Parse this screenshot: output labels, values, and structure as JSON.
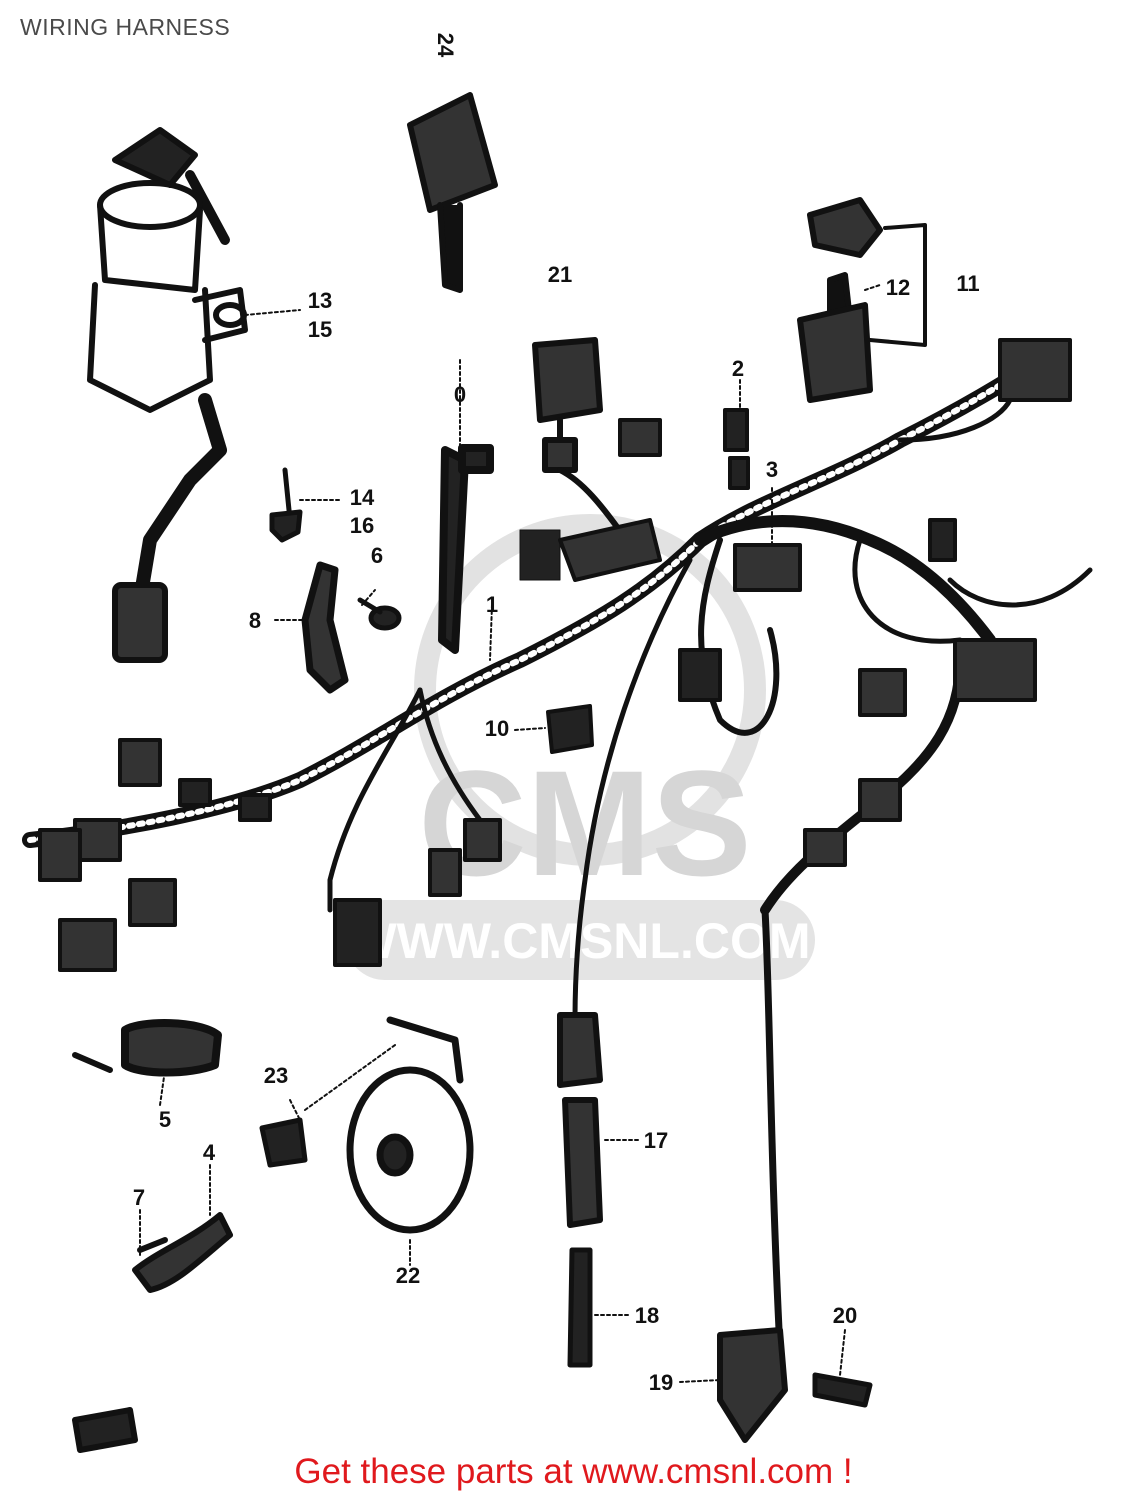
{
  "title": "WIRING HARNESS",
  "watermark": {
    "logo_text": "CMS",
    "url_text": "WWW.CMSNL.COM"
  },
  "callouts": [
    "24",
    "13",
    "15",
    "14",
    "16",
    "6",
    "8",
    "21",
    "0",
    "1",
    "2",
    "3",
    "12",
    "11",
    "10",
    "23",
    "5",
    "4",
    "7",
    "22",
    "17",
    "18",
    "19",
    "20"
  ],
  "footer": {
    "text": "Get these parts at www.cmsnl.com !"
  },
  "colors": {
    "ink": "#111111",
    "title": "#4a4a4a",
    "footer": "#e0191d",
    "watermark": "#d6d6d6"
  }
}
